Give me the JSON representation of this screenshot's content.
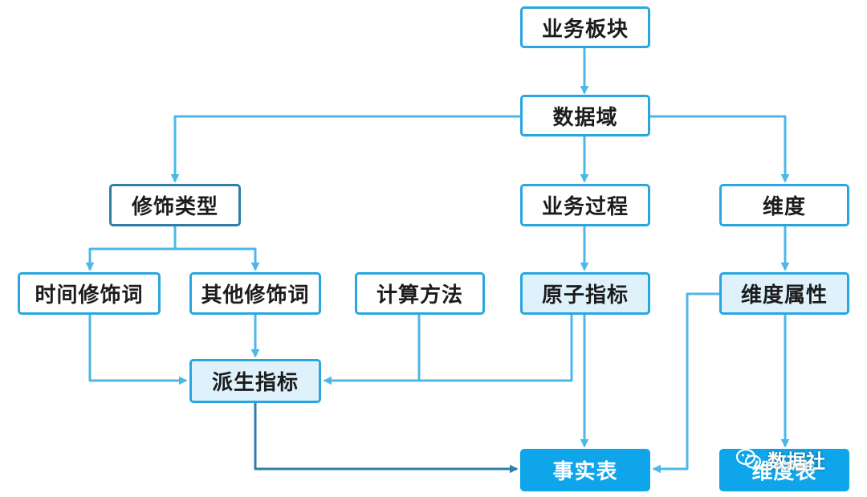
{
  "nodes": {
    "business_block": "业务板块",
    "data_domain": "数据域",
    "modifier_type": "修饰类型",
    "business_process": "业务过程",
    "dimension": "维度",
    "time_modifier": "时间修饰词",
    "other_modifier": "其他修饰词",
    "calc_method": "计算方法",
    "atomic_metric": "原子指标",
    "dimension_attribute": "维度属性",
    "derived_metric": "派生指标",
    "fact_table": "事实表",
    "dimension_table": "维度表"
  },
  "watermark": {
    "text": "数据社",
    "icon": "wechat-icon"
  },
  "colors": {
    "line_blue": "#4bb8e8",
    "line_dark": "#2f7ea8",
    "border_blue": "#29a6e0",
    "fill_blue": "#0ea5ea",
    "light_fill": "#dff1fb"
  }
}
